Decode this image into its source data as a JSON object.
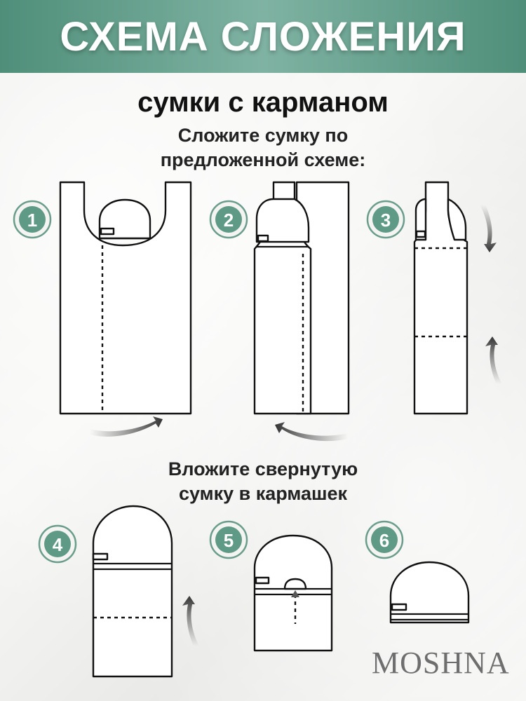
{
  "header": {
    "title": "СХЕМА СЛОЖЕНИЯ"
  },
  "subtitle": "сумки с карманом",
  "instruction1": {
    "line1": "Сложите сумку по",
    "line2": "предложенной схеме:"
  },
  "instruction2": {
    "line1": "Вложите свернутую",
    "line2": "сумку в кармашек"
  },
  "steps": [
    "1",
    "2",
    "3",
    "4",
    "5",
    "6"
  ],
  "brand": "MOSHNA",
  "colors": {
    "accent": "#5f9a86",
    "banner": "#6aa391"
  }
}
